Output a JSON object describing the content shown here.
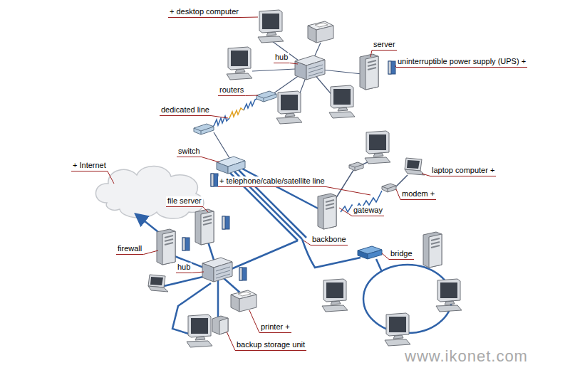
{
  "diagram": {
    "labels": [
      "+ desktop computer",
      "hub",
      "server",
      "uninterruptible power supply (UPS) +",
      "routers",
      "dedicated line",
      "switch",
      "+ Internet",
      "+ telephone/cable/satellite line",
      "laptop computer +",
      "modem +",
      "file server",
      "gateway",
      "firewall",
      "backbone",
      "bridge",
      "hub",
      "printer +",
      "backup storage unit",
      "www.ikonet.com"
    ]
  }
}
